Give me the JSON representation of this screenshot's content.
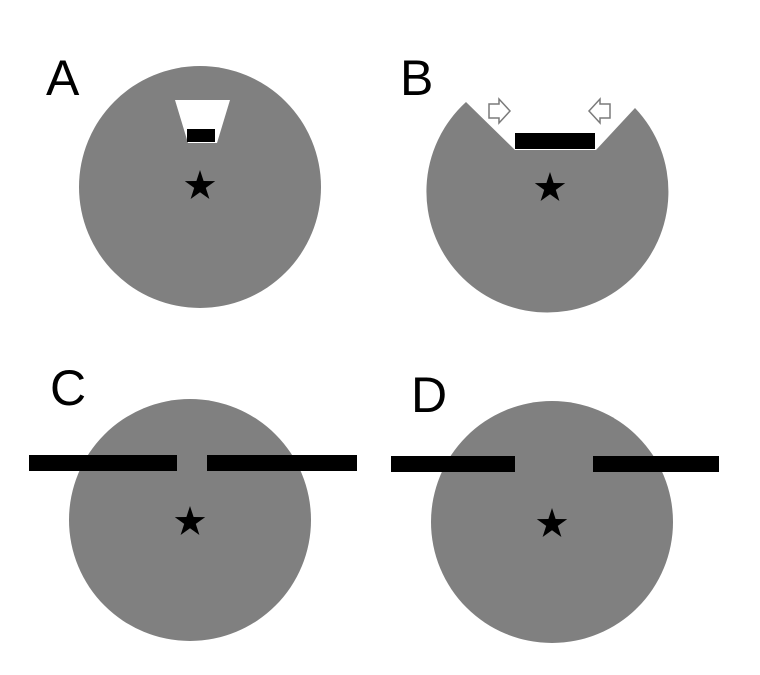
{
  "panels": [
    {
      "id": "A",
      "label": "A"
    },
    {
      "id": "B",
      "label": "B"
    },
    {
      "id": "C",
      "label": "C"
    },
    {
      "id": "D",
      "label": "D"
    }
  ],
  "colors": {
    "background": "#ffffff",
    "disc": "#808080",
    "barrier": "#000000",
    "marker": "#000000",
    "arrow_stroke": "#7a7a7a",
    "arrow_fill": "#ffffff"
  },
  "icons": {
    "center_marker": "star-icon",
    "motion_indicator": "arrow-icon"
  }
}
